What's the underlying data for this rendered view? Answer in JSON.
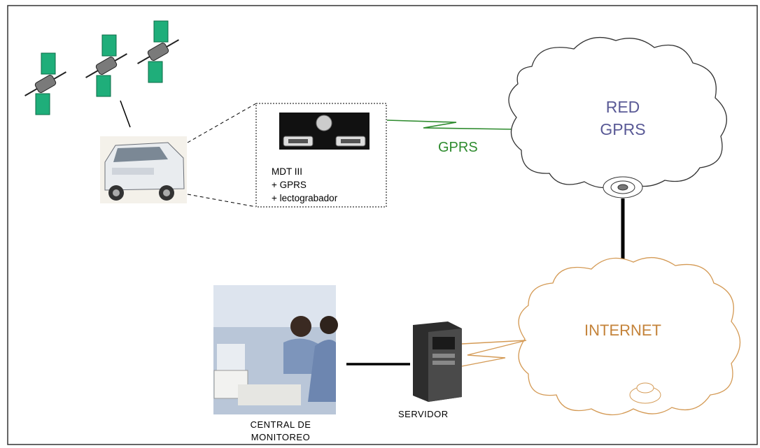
{
  "diagram": {
    "device_caption": [
      "MDT III",
      "+ GPRS",
      "+ lectograbador"
    ],
    "link_label": "GPRS",
    "network_cloud": [
      "RED",
      "GPRS"
    ],
    "internet_cloud": "INTERNET",
    "server_caption": "SERVIDOR",
    "central_caption": [
      "CENTRAL DE",
      "MONITOREO"
    ]
  },
  "colors": {
    "gprs_link": "#2e8b2e",
    "gprs_cloud": "#5a5a96",
    "internet_cloud": "#c4833a",
    "satellite_panel": "#1fae7a"
  }
}
